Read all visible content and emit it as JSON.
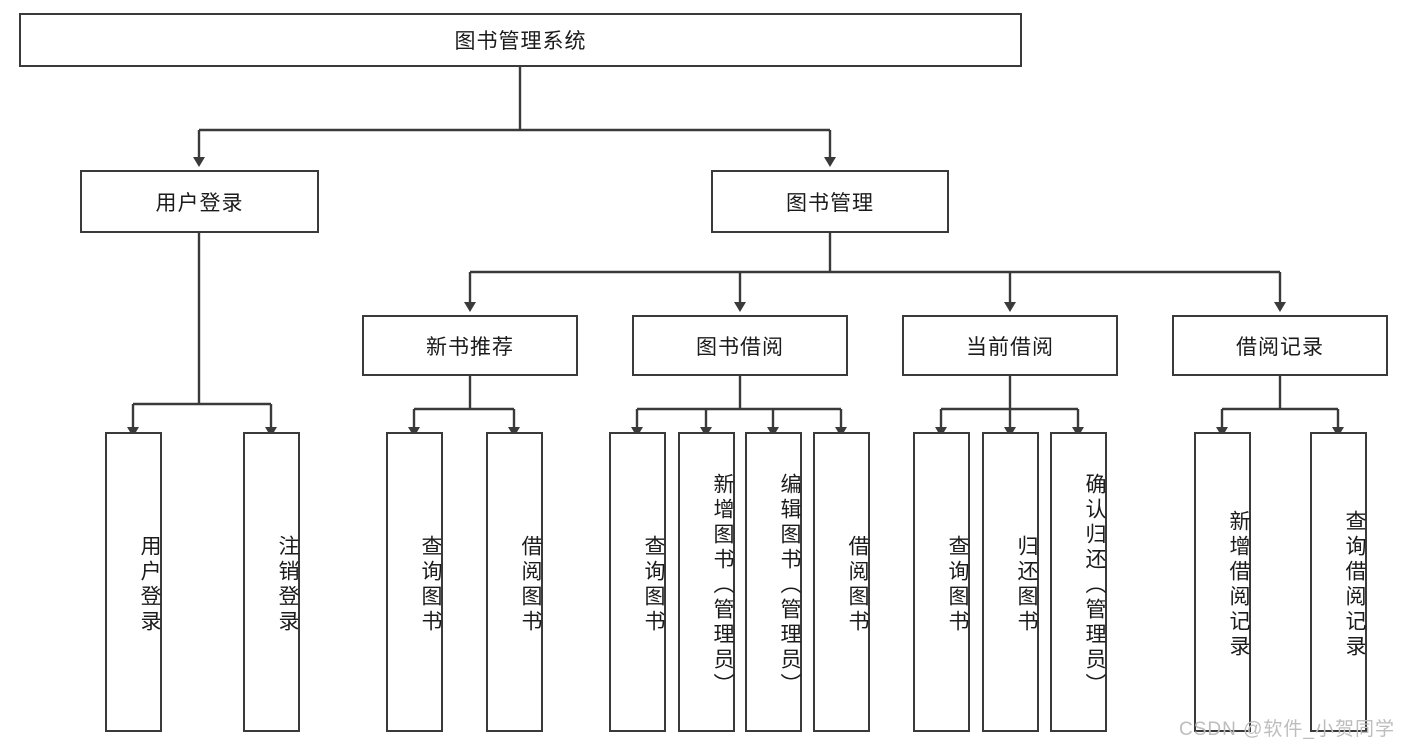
{
  "diagram": {
    "title": "图书管理系统",
    "type": "tree",
    "root": {
      "id": "root",
      "label": "图书管理系统",
      "orientation": "horizontal"
    },
    "level2": [
      {
        "id": "user-login",
        "label": "用户登录",
        "orientation": "horizontal"
      },
      {
        "id": "book-manage",
        "label": "图书管理",
        "orientation": "horizontal"
      }
    ],
    "level3": [
      {
        "id": "new-book-recommend",
        "label": "新书推荐",
        "orientation": "horizontal",
        "parent": "book-manage"
      },
      {
        "id": "book-borrow",
        "label": "图书借阅",
        "orientation": "horizontal",
        "parent": "book-manage"
      },
      {
        "id": "current-borrow",
        "label": "当前借阅",
        "orientation": "horizontal",
        "parent": "book-manage"
      },
      {
        "id": "borrow-record",
        "label": "借阅记录",
        "orientation": "horizontal",
        "parent": "book-manage"
      }
    ],
    "leaves": [
      {
        "id": "leaf-user-login",
        "label": "用户登录",
        "parent": "user-login"
      },
      {
        "id": "leaf-logout-login",
        "label": "注销登录",
        "parent": "user-login"
      },
      {
        "id": "leaf-query-book-1",
        "label": "查询图书",
        "parent": "new-book-recommend"
      },
      {
        "id": "leaf-borrow-book-1",
        "label": "借阅图书",
        "parent": "new-book-recommend"
      },
      {
        "id": "leaf-query-book-2",
        "label": "查询图书",
        "parent": "book-borrow"
      },
      {
        "id": "leaf-add-book",
        "label": "新增图书（管理员）",
        "parent": "book-borrow"
      },
      {
        "id": "leaf-edit-book",
        "label": "编辑图书（管理员）",
        "parent": "book-borrow"
      },
      {
        "id": "leaf-borrow-book-2",
        "label": "借阅图书",
        "parent": "book-borrow"
      },
      {
        "id": "leaf-query-book-3",
        "label": "查询图书",
        "parent": "current-borrow"
      },
      {
        "id": "leaf-return-book",
        "label": "归还图书",
        "parent": "current-borrow"
      },
      {
        "id": "leaf-confirm-return",
        "label": "确认归还（管理员）",
        "parent": "current-borrow"
      },
      {
        "id": "leaf-add-record",
        "label": "新增借阅记录",
        "parent": "borrow-record"
      },
      {
        "id": "leaf-query-record",
        "label": "查询借阅记录",
        "parent": "borrow-record"
      }
    ],
    "colors": {
      "border": "#3a3a3a",
      "fill": "#ffffff",
      "text": "#1b1b1b",
      "connector": "#3a3a3a",
      "watermark": "#bdbdbd"
    }
  },
  "watermark": {
    "text": "CSDN @软件_小贺同学"
  }
}
